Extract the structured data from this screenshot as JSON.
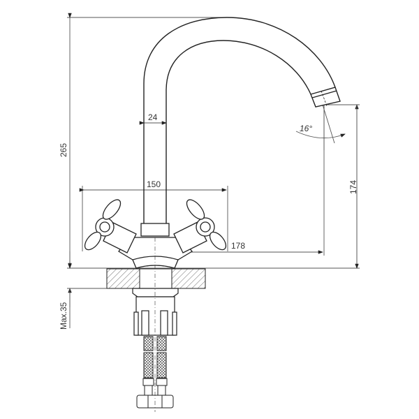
{
  "drawing": {
    "subject": "Two-handle kitchen faucet with swivel spout",
    "dimensions": {
      "overall_height": "265",
      "spout_outlet_height": "174",
      "spout_reach": "178",
      "handle_span": "150",
      "body_diameter": "24",
      "countertop_thickness": "Max.35",
      "spout_angle": "16°"
    },
    "colors": {
      "line": "#222222",
      "dim_line": "#555555",
      "background": "#ffffff"
    }
  }
}
